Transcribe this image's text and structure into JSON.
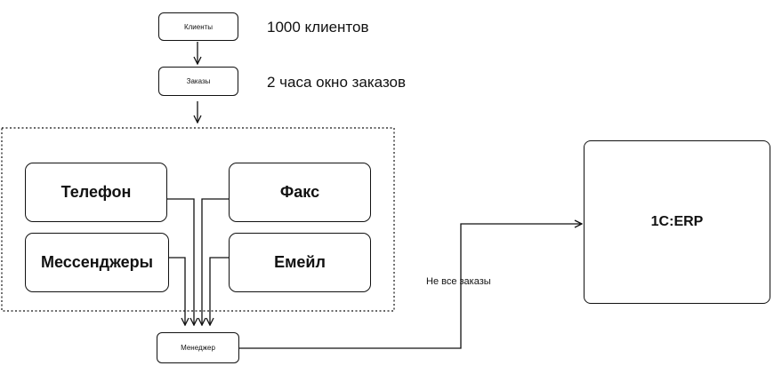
{
  "nodes": {
    "clients": "Клиенты",
    "orders": "Заказы",
    "phone": "Телефон",
    "fax": "Факс",
    "messengers": "Мессенджеры",
    "email": "Емейл",
    "manager": "Менеджер",
    "erp": "1C:ERP"
  },
  "notes": {
    "clients_count": "1000 клиентов",
    "order_window": "2 часа окно заказов"
  },
  "edges": {
    "manager_to_erp": "Не все заказы"
  }
}
